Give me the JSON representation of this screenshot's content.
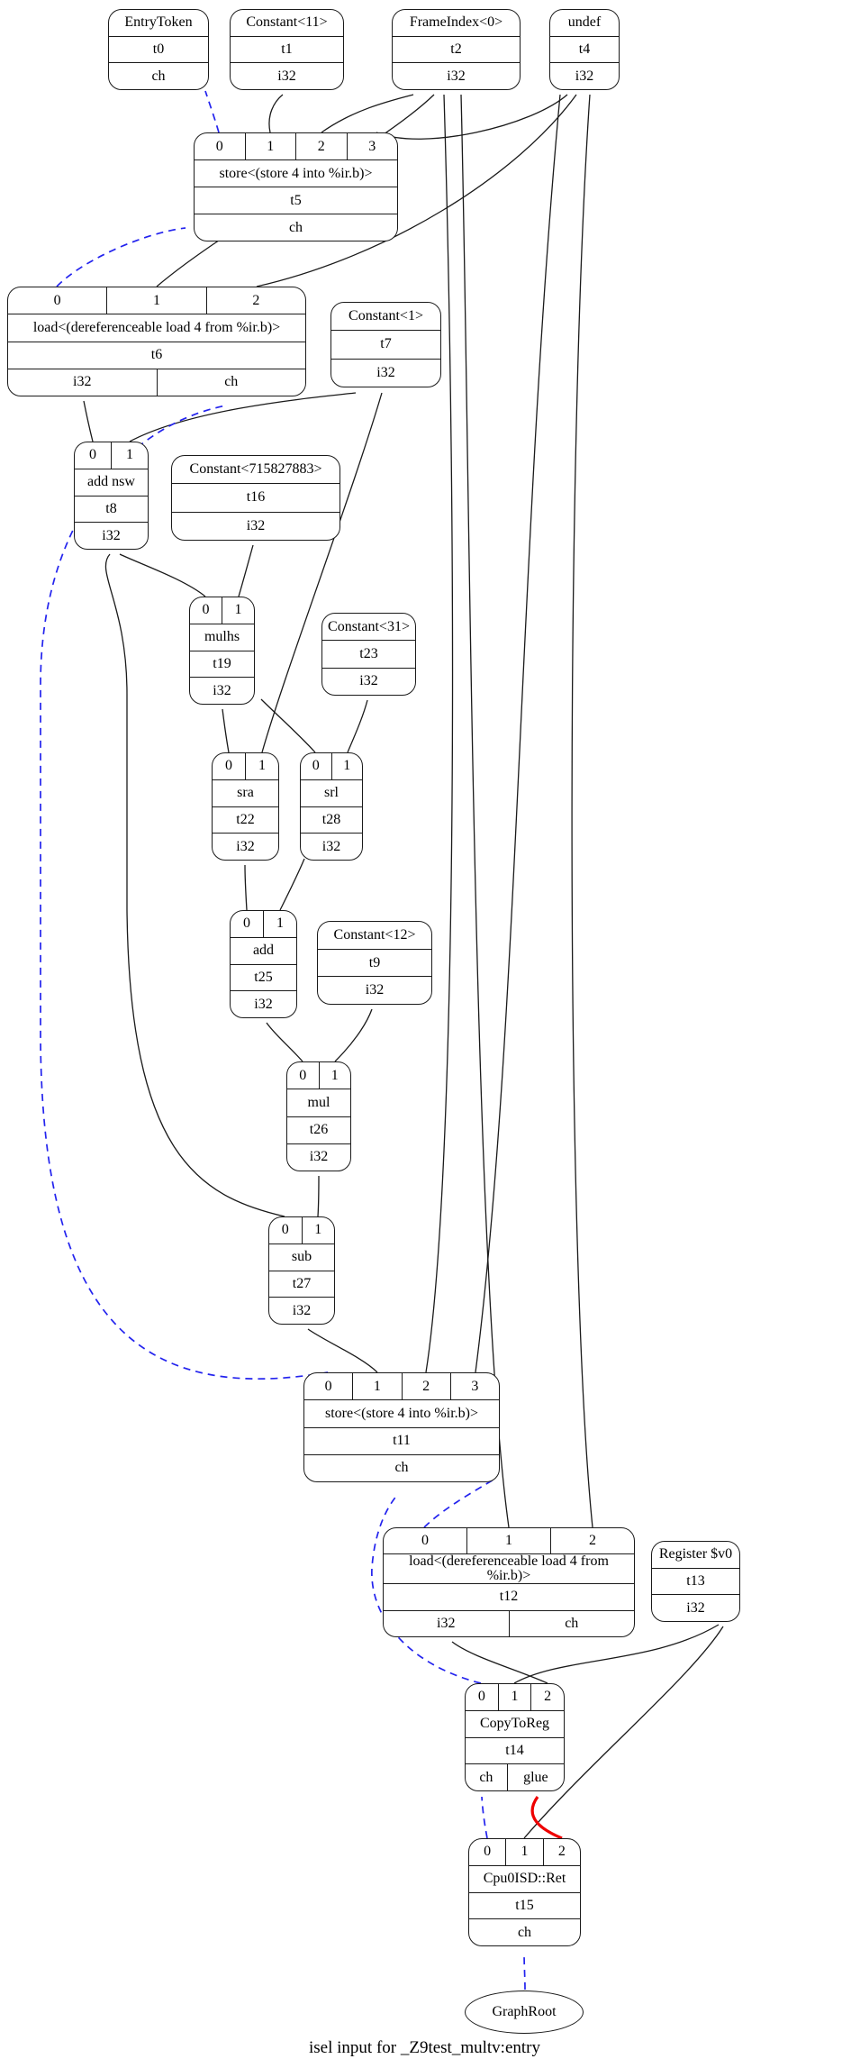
{
  "graph": {
    "caption": "isel input for _Z9test_multv:entry",
    "colors": {
      "background": "#ffffff",
      "node_border": "#1a1a1a",
      "value_edge": "#1a1a1a",
      "chain_edge": "#2323ee",
      "glue_edge": "#ee0000"
    }
  },
  "nodes": {
    "t0": {
      "title": "EntryToken",
      "name": "t0",
      "out": "ch"
    },
    "t1": {
      "title": "Constant<11>",
      "name": "t1",
      "out": "i32"
    },
    "t2": {
      "title": "FrameIndex<0>",
      "name": "t2",
      "out": "i32"
    },
    "t4": {
      "title": "undef",
      "name": "t4",
      "out": "i32"
    },
    "t5": {
      "ports": [
        "0",
        "1",
        "2",
        "3"
      ],
      "title": "store<(store 4 into %ir.b)>",
      "name": "t5",
      "out": "ch"
    },
    "t6": {
      "ports": [
        "0",
        "1",
        "2"
      ],
      "title": "load<(dereferenceable load 4 from %ir.b)>",
      "name": "t6",
      "outs": [
        "i32",
        "ch"
      ]
    },
    "t7": {
      "title": "Constant<1>",
      "name": "t7",
      "out": "i32"
    },
    "t8": {
      "ports": [
        "0",
        "1"
      ],
      "title": "add nsw",
      "name": "t8",
      "out": "i32"
    },
    "t16": {
      "title": "Constant<715827883>",
      "name": "t16",
      "out": "i32"
    },
    "t19": {
      "ports": [
        "0",
        "1"
      ],
      "title": "mulhs",
      "name": "t19",
      "out": "i32"
    },
    "t23": {
      "title": "Constant<31>",
      "name": "t23",
      "out": "i32"
    },
    "t22": {
      "ports": [
        "0",
        "1"
      ],
      "title": "sra",
      "name": "t22",
      "out": "i32"
    },
    "t28": {
      "ports": [
        "0",
        "1"
      ],
      "title": "srl",
      "name": "t28",
      "out": "i32"
    },
    "t25": {
      "ports": [
        "0",
        "1"
      ],
      "title": "add",
      "name": "t25",
      "out": "i32"
    },
    "t9": {
      "title": "Constant<12>",
      "name": "t9",
      "out": "i32"
    },
    "t26": {
      "ports": [
        "0",
        "1"
      ],
      "title": "mul",
      "name": "t26",
      "out": "i32"
    },
    "t27": {
      "ports": [
        "0",
        "1"
      ],
      "title": "sub",
      "name": "t27",
      "out": "i32"
    },
    "t11": {
      "ports": [
        "0",
        "1",
        "2",
        "3"
      ],
      "title": "store<(store 4 into %ir.b)>",
      "name": "t11",
      "out": "ch"
    },
    "t12": {
      "ports": [
        "0",
        "1",
        "2"
      ],
      "title": "load<(dereferenceable load 4 from %ir.b)>",
      "name": "t12",
      "outs": [
        "i32",
        "ch"
      ]
    },
    "t13": {
      "title": "Register $v0",
      "name": "t13",
      "out": "i32"
    },
    "t14": {
      "ports": [
        "0",
        "1",
        "2"
      ],
      "title": "CopyToReg",
      "name": "t14",
      "outs": [
        "ch",
        "glue"
      ]
    },
    "t15": {
      "ports": [
        "0",
        "1",
        "2"
      ],
      "title": "Cpu0ISD::Ret",
      "name": "t15",
      "out": "ch"
    },
    "root": {
      "title": "GraphRoot"
    }
  },
  "edges": [
    {
      "from": "t5.0",
      "to": "t0.ch",
      "kind": "chain"
    },
    {
      "from": "t5.1",
      "to": "t1.i32",
      "kind": "value"
    },
    {
      "from": "t5.2",
      "to": "t2.i32",
      "kind": "value"
    },
    {
      "from": "t5.3",
      "to": "t4.i32",
      "kind": "value"
    },
    {
      "from": "t6.0",
      "to": "t5.ch",
      "kind": "chain"
    },
    {
      "from": "t6.1",
      "to": "t2.i32",
      "kind": "value"
    },
    {
      "from": "t6.2",
      "to": "t4.i32",
      "kind": "value"
    },
    {
      "from": "t8.0",
      "to": "t6.i32",
      "kind": "value"
    },
    {
      "from": "t8.1",
      "to": "t7.i32",
      "kind": "value"
    },
    {
      "from": "t19.0",
      "to": "t8.i32",
      "kind": "value"
    },
    {
      "from": "t19.1",
      "to": "t16.i32",
      "kind": "value"
    },
    {
      "from": "t22.0",
      "to": "t19.i32",
      "kind": "value"
    },
    {
      "from": "t22.1",
      "to": "t7.i32",
      "kind": "value"
    },
    {
      "from": "t28.0",
      "to": "t19.i32",
      "kind": "value"
    },
    {
      "from": "t28.1",
      "to": "t23.i32",
      "kind": "value"
    },
    {
      "from": "t25.0",
      "to": "t22.i32",
      "kind": "value"
    },
    {
      "from": "t25.1",
      "to": "t28.i32",
      "kind": "value"
    },
    {
      "from": "t26.0",
      "to": "t25.i32",
      "kind": "value"
    },
    {
      "from": "t26.1",
      "to": "t9.i32",
      "kind": "value"
    },
    {
      "from": "t27.0",
      "to": "t8.i32",
      "kind": "value"
    },
    {
      "from": "t27.1",
      "to": "t26.i32",
      "kind": "value"
    },
    {
      "from": "t11.0",
      "to": "t6.ch",
      "kind": "chain"
    },
    {
      "from": "t11.1",
      "to": "t27.i32",
      "kind": "value"
    },
    {
      "from": "t11.2",
      "to": "t2.i32",
      "kind": "value"
    },
    {
      "from": "t11.3",
      "to": "t4.i32",
      "kind": "value"
    },
    {
      "from": "t12.0",
      "to": "t11.ch",
      "kind": "chain"
    },
    {
      "from": "t12.1",
      "to": "t2.i32",
      "kind": "value"
    },
    {
      "from": "t12.2",
      "to": "t4.i32",
      "kind": "value"
    },
    {
      "from": "t14.0",
      "to": "t11.ch",
      "kind": "chain"
    },
    {
      "from": "t14.1",
      "to": "t13.i32",
      "kind": "value"
    },
    {
      "from": "t14.2",
      "to": "t12.i32",
      "kind": "value"
    },
    {
      "from": "t15.0",
      "to": "t14.ch",
      "kind": "chain"
    },
    {
      "from": "t15.1",
      "to": "t13.i32",
      "kind": "value"
    },
    {
      "from": "t15.2",
      "to": "t14.glue",
      "kind": "glue"
    },
    {
      "from": "root",
      "to": "t15.ch",
      "kind": "chain"
    }
  ]
}
